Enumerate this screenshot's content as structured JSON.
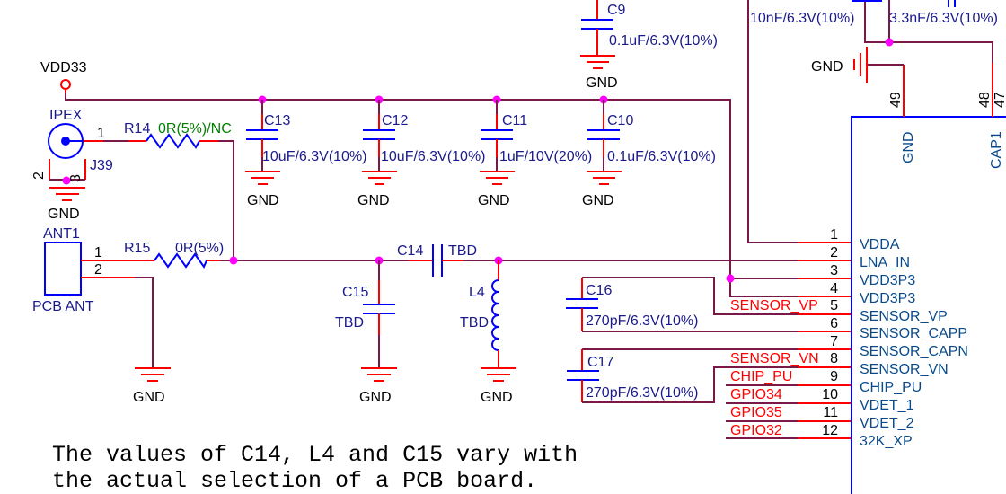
{
  "power": {
    "vdd33": "VDD33",
    "gnd": "GND"
  },
  "colors": {
    "wire": "#7a1848",
    "pin": "#ff0000",
    "component": "#0000ff",
    "junction": "#ff00ff",
    "net_label": "#ff0000",
    "pin_name": "#0a4a8a"
  },
  "components": {
    "c9": {
      "ref": "C9",
      "value": "0.1uF/6.3V(10%)"
    },
    "c13": {
      "ref": "C13",
      "value": "10uF/6.3V(10%)"
    },
    "c12": {
      "ref": "C12",
      "value": "10uF/6.3V(10%)"
    },
    "c11": {
      "ref": "C11",
      "value": "1uF/10V(20%)"
    },
    "c10": {
      "ref": "C10",
      "value": "0.1uF/6.3V(10%)"
    },
    "c14": {
      "ref": "C14",
      "value": "TBD"
    },
    "c15": {
      "ref": "C15",
      "value": "TBD"
    },
    "l4": {
      "ref": "L4",
      "value": "TBD"
    },
    "c16": {
      "ref": "C16",
      "value": "270pF/6.3V(10%)"
    },
    "c17": {
      "ref": "C17",
      "value": "270pF/6.3V(10%)"
    },
    "r14": {
      "ref": "R14",
      "value": "0R(5%)/NC"
    },
    "r15": {
      "ref": "R15",
      "value": "0R(5%)"
    },
    "top_cap_a": {
      "value": "10nF/6.3V(10%)"
    },
    "top_cap_b": {
      "value": "3.3nF/6.3V(10%)"
    },
    "j39": {
      "ref": "J39",
      "type": "IPEX",
      "pins": [
        "1",
        "2",
        "3"
      ]
    },
    "ant1": {
      "ref": "ANT1",
      "type": "PCB ANT",
      "pins": [
        "1",
        "2"
      ]
    }
  },
  "ic": {
    "left_pins": [
      {
        "num": "1",
        "name": "VDDA"
      },
      {
        "num": "2",
        "name": "LNA_IN"
      },
      {
        "num": "3",
        "name": "VDD3P3"
      },
      {
        "num": "4",
        "name": "VDD3P3"
      },
      {
        "num": "5",
        "name": "SENSOR_VP"
      },
      {
        "num": "6",
        "name": "SENSOR_CAPP"
      },
      {
        "num": "7",
        "name": "SENSOR_CAPN"
      },
      {
        "num": "8",
        "name": "SENSOR_VN"
      },
      {
        "num": "9",
        "name": "CHIP_PU"
      },
      {
        "num": "10",
        "name": "VDET_1"
      },
      {
        "num": "11",
        "name": "VDET_2"
      },
      {
        "num": "12",
        "name": "32K_XP"
      }
    ],
    "top_pins": [
      {
        "num": "49",
        "name": "GND"
      },
      {
        "num": "48",
        "name": "CAP1"
      },
      {
        "num": "47",
        "name": ""
      }
    ]
  },
  "net_labels": [
    "SENSOR_VP",
    "SENSOR_VN",
    "CHIP_PU",
    "GPIO34",
    "GPIO35",
    "GPIO32"
  ],
  "note": [
    "The values of C14, L4 and C15 vary with",
    "the actual selection of a PCB board."
  ]
}
